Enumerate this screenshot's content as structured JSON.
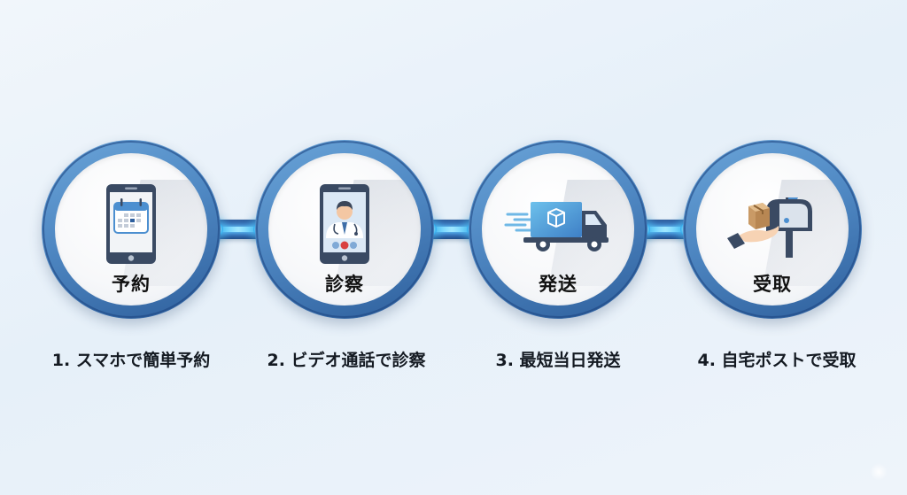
{
  "steps": [
    {
      "circle_label": "予約",
      "caption": "1. スマホで簡単予約",
      "icon": "smartphone-calendar-icon"
    },
    {
      "circle_label": "診察",
      "caption": "2. ビデオ通話で診察",
      "icon": "smartphone-doctor-video-call-icon"
    },
    {
      "circle_label": "発送",
      "caption": "3. 最短当日発送",
      "icon": "delivery-truck-icon"
    },
    {
      "circle_label": "受取",
      "caption": "4. 自宅ポストで受取",
      "icon": "hand-package-mailbox-icon"
    }
  ],
  "colors": {
    "ring": "#4f88c3",
    "ring_dark": "#2e5f9e",
    "connector_glow": "#5fd0ff",
    "icon_dark": "#3a4a63",
    "icon_blue": "#4c8fd0",
    "text": "#141a22",
    "background": "#e9f1f9"
  }
}
